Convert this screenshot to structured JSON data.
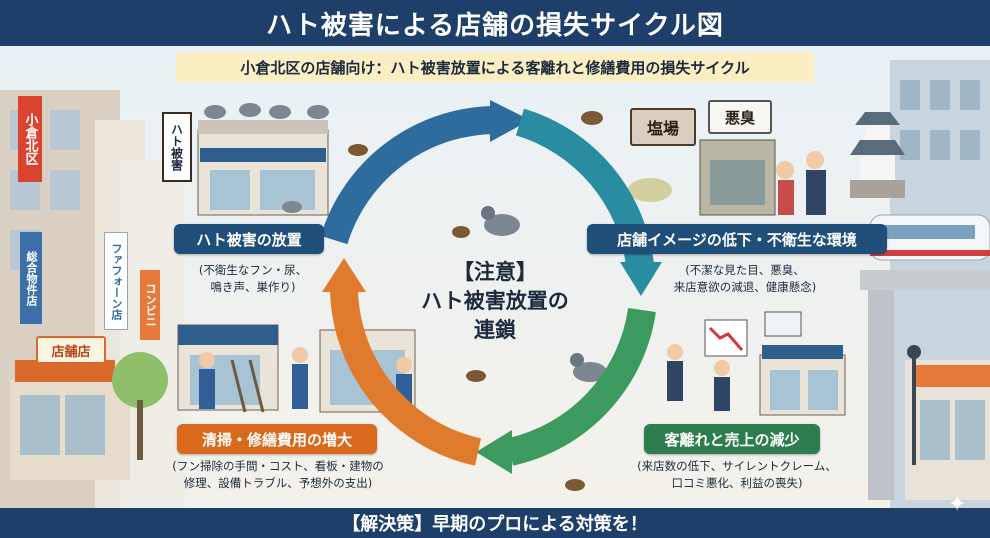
{
  "title": "ハト被害による店舗の損失サイクル図",
  "subtitle": "小倉北区の店舗向け：ハト被害放置による客離れと修繕費用の損失サイクル",
  "center": {
    "line1": "【注意】",
    "line2": "ハト被害放置の",
    "line3": "連鎖"
  },
  "stages": [
    {
      "label": "ハト被害の放置",
      "desc_line1": "(不衛生なフン・尿、",
      "desc_line2": "鳴き声、巣作り)",
      "color": "#1f4e79"
    },
    {
      "label": "店舗イメージの低下・不衛生な環境",
      "desc_line1": "(不潔な見た目、悪臭、",
      "desc_line2": "来店意欲の減退、健康懸念)",
      "color": "#1f4e79"
    },
    {
      "label": "客離れと売上の減少",
      "desc_line1": "(来店数の低下、サイレントクレーム、",
      "desc_line2": "口コミ悪化、利益の喪失)",
      "color": "#2e7d4f"
    },
    {
      "label": "清掃・修繕費用の増大",
      "desc_line1": "(フン掃除の手間・コスト、看板・建物の",
      "desc_line2": "修理、設備トラブル、予想外の支出)",
      "color": "#d9691d"
    }
  ],
  "signs": {
    "shop_sign": "ハト被害",
    "left_tall_sign": "小倉北区",
    "left_building_sign": "総合物件店",
    "left_shop_sign": "店舗店",
    "lane_sign": "ファフォーン店",
    "lane_sign2": "コンビニ",
    "board_salt": "塩場",
    "board_smell": "悪臭"
  },
  "footer": "【解決策】早期のプロによる対策を！",
  "colors": {
    "navy": "#1d3f6a",
    "arrow_blue": "#2f6c9e",
    "arrow_teal": "#2a8ca0",
    "arrow_green": "#3c9a5f",
    "arrow_orange": "#e07a2c",
    "subtitle_bg": "#fbeec3"
  }
}
